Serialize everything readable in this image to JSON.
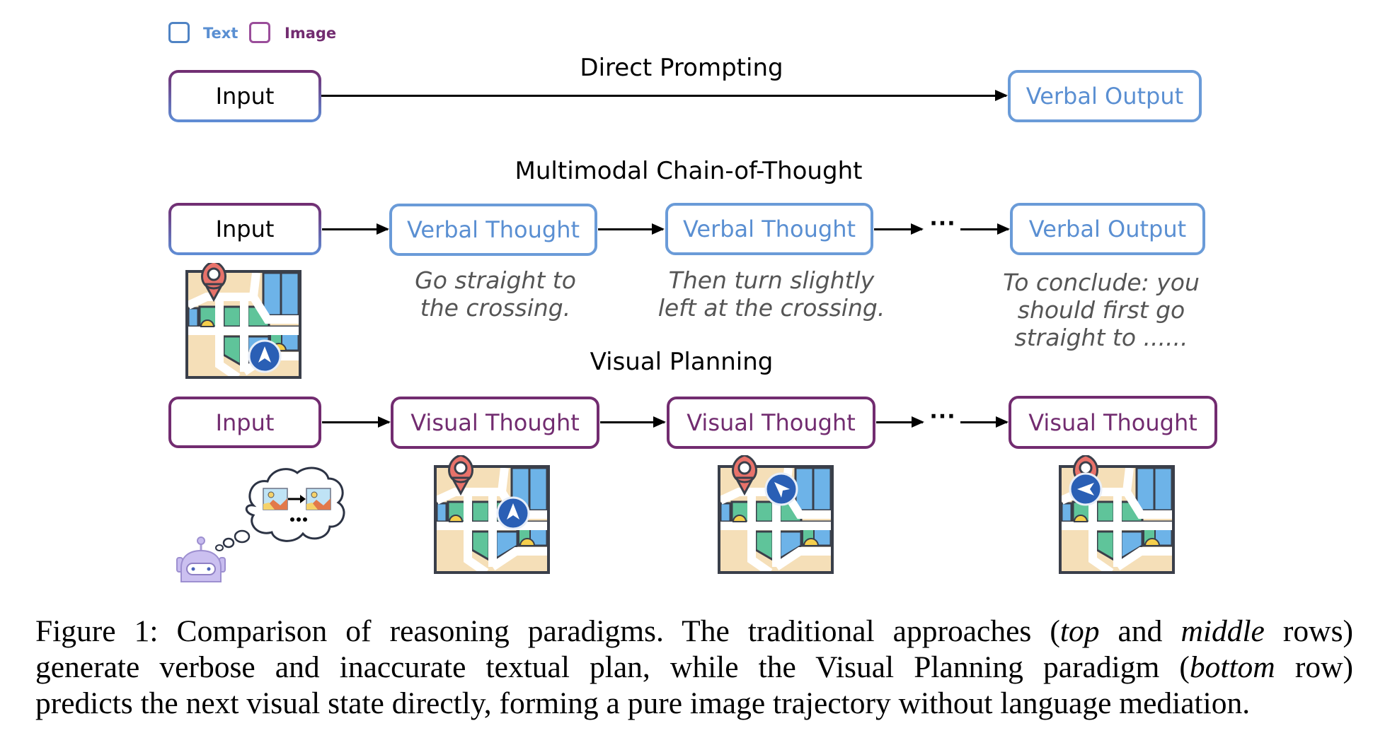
{
  "legend": [
    {
      "label": "Text",
      "color": "#5a8fd2",
      "kind": "text"
    },
    {
      "label": "Image",
      "color": "#722c70",
      "kind": "image"
    }
  ],
  "colors": {
    "text_node": "#5a8fd2",
    "image_node": "#722c70",
    "thought_caption": "#555555",
    "arrow": "#000000"
  },
  "rows": {
    "direct": {
      "title": "Direct Prompting",
      "input": "Input",
      "output": "Verbal Output"
    },
    "mcot": {
      "title": "Multimodal Chain-of-Thought",
      "input": "Input",
      "steps": [
        "Verbal Thought",
        "Verbal Thought"
      ],
      "ellipsis": "···",
      "output": "Verbal Output",
      "thought_texts": [
        [
          "Go straight to",
          "the crossing."
        ],
        [
          "Then turn slightly",
          "left at the crossing."
        ],
        [
          "To conclude: you",
          "should first go",
          "straight to ......"
        ]
      ],
      "input_image": "map-icon"
    },
    "visual": {
      "title": "Visual Planning",
      "input": "Input",
      "steps": [
        "Visual Thought",
        "Visual Thought"
      ],
      "ellipsis": "···",
      "output": "Visual Thought",
      "input_image": "robot-thinking-icon",
      "step_images": [
        "map-icon-nav-up",
        "map-icon-nav-upleft",
        "map-icon-nav-left"
      ]
    }
  },
  "caption": {
    "lines": [
      [
        {
          "t": "Figure 1: Comparison of reasoning paradigms. The traditional approaches ("
        },
        {
          "t": "top",
          "i": true
        },
        {
          "t": " and "
        },
        {
          "t": "middle",
          "i": true
        },
        {
          "t": " rows)"
        }
      ],
      [
        {
          "t": "generate verbose and inaccurate textual plan, while the Visual Planning paradigm ("
        },
        {
          "t": "bottom",
          "i": true
        },
        {
          "t": " row)"
        }
      ],
      [
        {
          "t": "predicts the next visual state directly, forming a pure image trajectory without language mediation."
        }
      ]
    ]
  }
}
